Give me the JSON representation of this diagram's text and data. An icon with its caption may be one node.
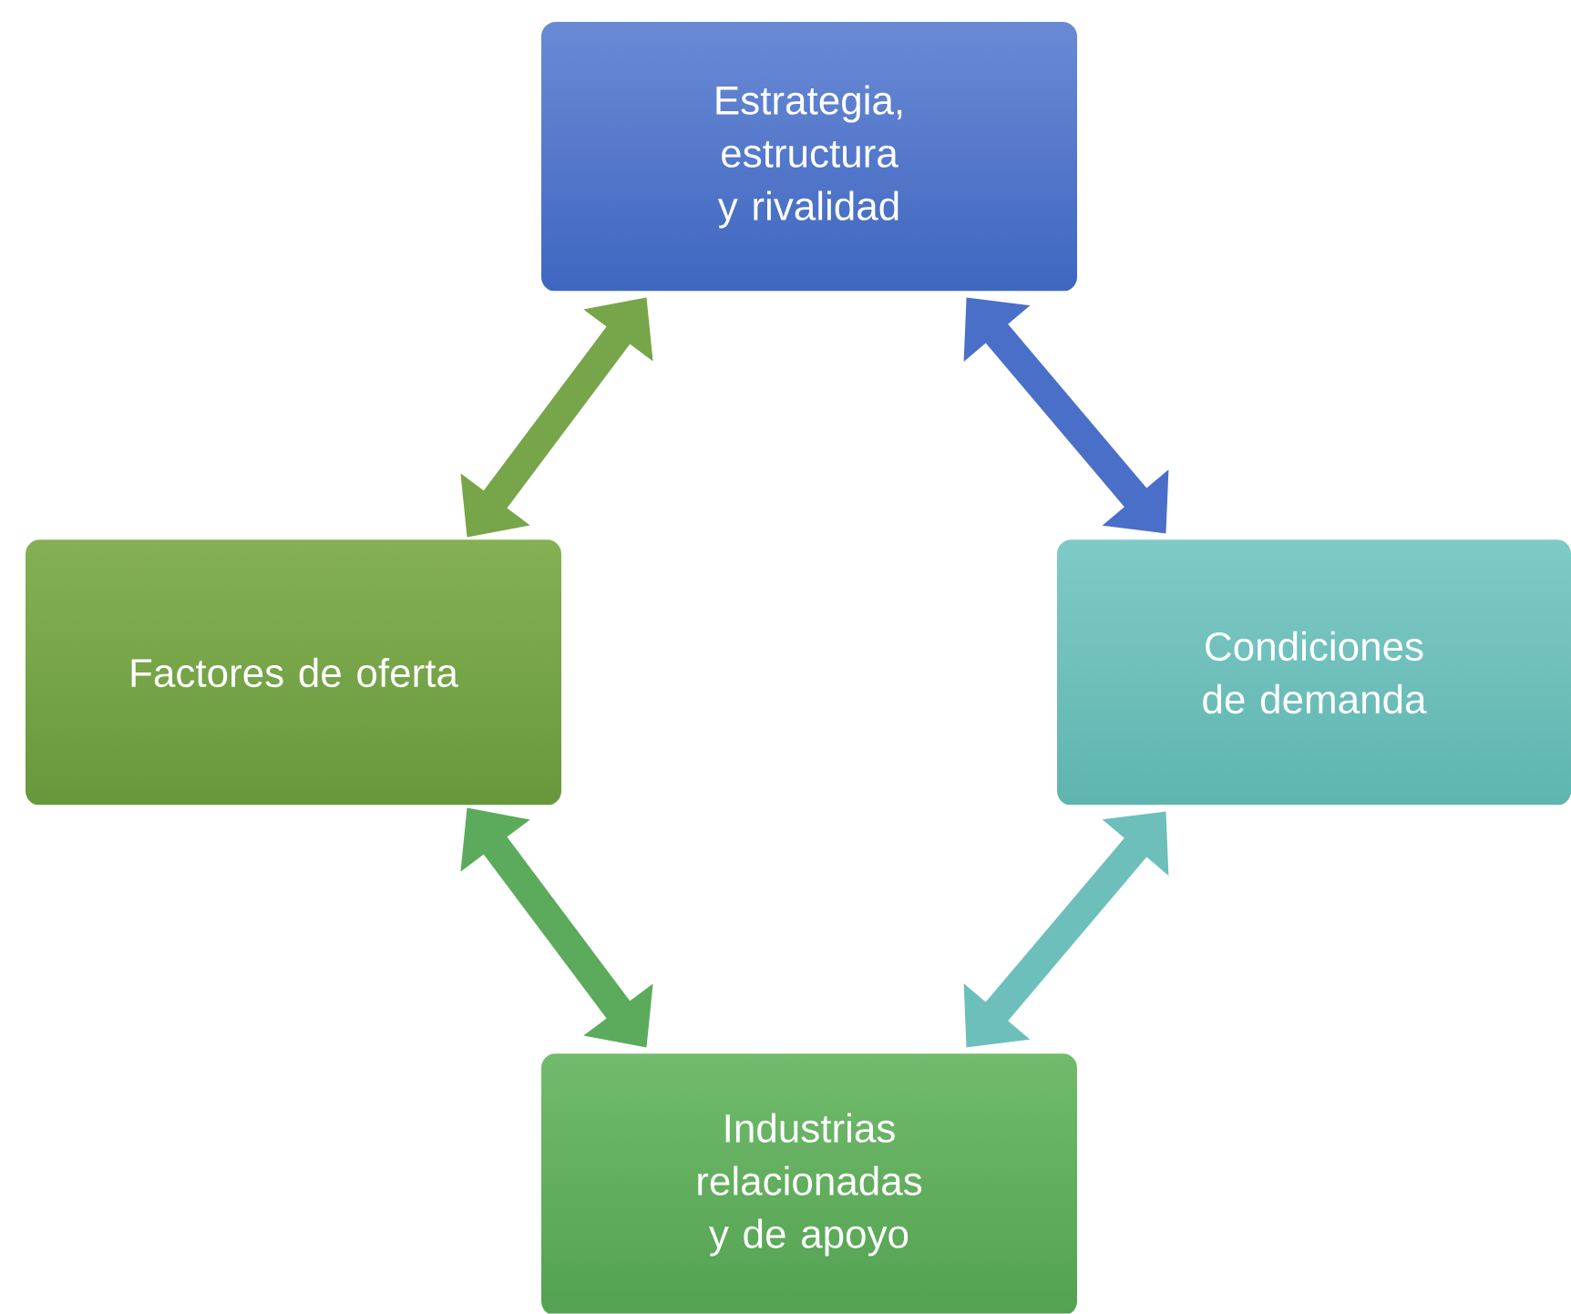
{
  "diagram": {
    "nodes": [
      {
        "text": [
          "Estrategia, estructura y rivalidad"
        ]
      },
      {
        "text": [
          "Factores de oferta"
        ]
      },
      {
        "text": [
          "Condiciones de demanda"
        ]
      },
      {
        "text": [
          "Industrias relacionadas y de apoyo"
        ]
      }
    ],
    "edges": [
      {
        "from": 0,
        "to": 1,
        "arrow": "both",
        "color": "#77a54a"
      },
      {
        "from": 0,
        "to": 2,
        "arrow": "both",
        "color": "#4a6fc8"
      },
      {
        "from": 1,
        "to": 3,
        "arrow": "both",
        "color": "#5cab5c"
      },
      {
        "from": 2,
        "to": 3,
        "arrow": "both",
        "color": "#6cbfba"
      }
    ]
  }
}
